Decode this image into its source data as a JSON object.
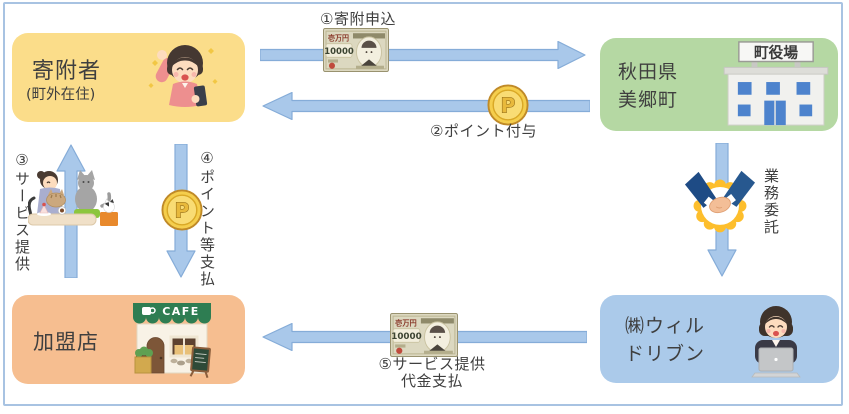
{
  "frame_color": "#A8C3E2",
  "arrow_color": "#A9C8EA",
  "entities": {
    "donor": {
      "name": "寄附者",
      "note": "(町外在住)",
      "color": "#FBDD8A"
    },
    "town": {
      "name_line1": "秋田県",
      "name_line2": "美郷町",
      "building_sign": "町役場",
      "color": "#B5D8A3"
    },
    "store": {
      "name": "加盟店",
      "awning_sign": "CAFE",
      "color": "#F6BE90"
    },
    "company": {
      "name_line1": "㈱ウィル",
      "name_line2": "ドリブン",
      "color": "#ABCAEA"
    }
  },
  "flows": {
    "step1": "①寄附申込",
    "step2": "②ポイント付与",
    "step3": "③サービス提供",
    "step4": "④ポイント等支払",
    "step5_line1": "⑤サービス提供",
    "step5_line2": "代金支払",
    "outsourcing": "業務委託"
  },
  "icons": {
    "banknote_value": "10000",
    "banknote_corner": "壱万円",
    "point_letter": "P"
  }
}
